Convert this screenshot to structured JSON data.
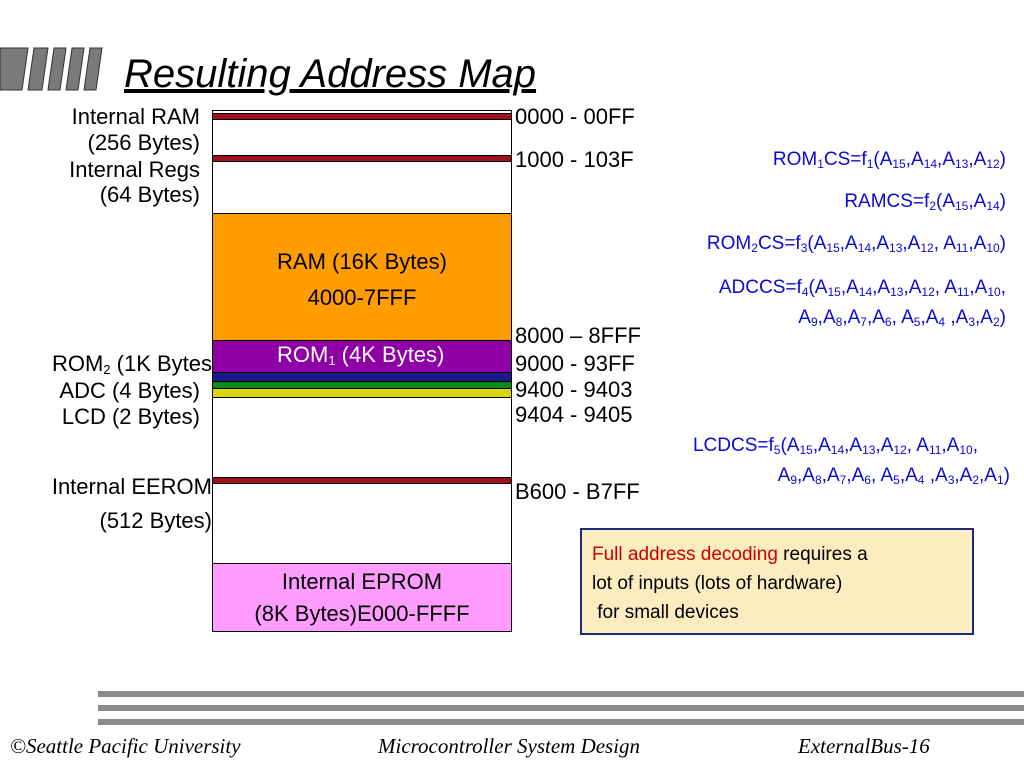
{
  "title": "Resulting Address Map",
  "map_segments": {
    "ram_label": "RAM (16K Bytes)",
    "ram_range": "4000-7FFF",
    "rom1_label_pre": "ROM",
    "rom1_sub": "1",
    "rom1_label_post": " (4K Bytes)",
    "eprom_line1": "Internal EPROM",
    "eprom_line2": "(8K Bytes)E000-FFFF"
  },
  "left_labels": {
    "internal_ram": "Internal RAM",
    "internal_ram_size": "(256 Bytes)",
    "internal_regs": "Internal Regs",
    "internal_regs_size": "(64 Bytes)",
    "rom2_pre": "ROM",
    "rom2_sub": "2",
    "rom2_post": " (1K Bytes",
    "adc": "ADC (4 Bytes)",
    "lcd": "LCD (2 Bytes)",
    "eerom": "Internal EEROM",
    "eerom_size": "(512 Bytes)"
  },
  "addresses": {
    "a0000": "0000 - 00FF",
    "a1000": "1000 - 103F",
    "a8000": "8000 – 8FFF",
    "a9000": "9000 - 93FF",
    "a9400": "9400 - 9403",
    "a9404": "9404 - 9405",
    "ab600": "B600 - B7FF"
  },
  "equations": {
    "rom1cs": [
      {
        "t": "ROM"
      },
      {
        "s": "1"
      },
      {
        "t": "CS=f"
      },
      {
        "s": "1"
      },
      {
        "t": "(A"
      },
      {
        "s": "15"
      },
      {
        "t": ",A"
      },
      {
        "s": "14"
      },
      {
        "t": ",A"
      },
      {
        "s": "13"
      },
      {
        "t": ",A"
      },
      {
        "s": "12"
      },
      {
        "t": ")"
      }
    ],
    "ramcs": [
      {
        "t": "RAMCS=f"
      },
      {
        "s": "2"
      },
      {
        "t": "(A"
      },
      {
        "s": "15"
      },
      {
        "t": ",A"
      },
      {
        "s": "14"
      },
      {
        "t": ")"
      }
    ],
    "rom2cs": [
      {
        "t": "ROM"
      },
      {
        "s": "2"
      },
      {
        "t": "CS=f"
      },
      {
        "s": "3"
      },
      {
        "t": "(A"
      },
      {
        "s": "15"
      },
      {
        "t": ",A"
      },
      {
        "s": "14"
      },
      {
        "t": ",A"
      },
      {
        "s": "13"
      },
      {
        "t": ",A"
      },
      {
        "s": "12"
      },
      {
        "t": ", A"
      },
      {
        "s": "11"
      },
      {
        "t": ",A"
      },
      {
        "s": "10"
      },
      {
        "t": ")"
      }
    ],
    "adccs_1": [
      {
        "t": "ADCCS=f"
      },
      {
        "s": "4"
      },
      {
        "t": "(A"
      },
      {
        "s": "15"
      },
      {
        "t": ",A"
      },
      {
        "s": "14"
      },
      {
        "t": ",A"
      },
      {
        "s": "13"
      },
      {
        "t": ",A"
      },
      {
        "s": "12"
      },
      {
        "t": ", A"
      },
      {
        "s": "11"
      },
      {
        "t": ",A"
      },
      {
        "s": "10"
      },
      {
        "t": ","
      }
    ],
    "adccs_2": [
      {
        "t": "A"
      },
      {
        "s": "9"
      },
      {
        "t": ",A"
      },
      {
        "s": "8"
      },
      {
        "t": ",A"
      },
      {
        "s": "7"
      },
      {
        "t": ",A"
      },
      {
        "s": "6"
      },
      {
        "t": ", A"
      },
      {
        "s": "5"
      },
      {
        "t": ",A"
      },
      {
        "s": "4"
      },
      {
        "t": " ,A"
      },
      {
        "s": "3"
      },
      {
        "t": ",A"
      },
      {
        "s": "2"
      },
      {
        "t": ")"
      }
    ],
    "lcdcs_1": [
      {
        "t": "LCDCS=f"
      },
      {
        "s": "5"
      },
      {
        "t": "(A"
      },
      {
        "s": "15"
      },
      {
        "t": ",A"
      },
      {
        "s": "14"
      },
      {
        "t": ",A"
      },
      {
        "s": "13"
      },
      {
        "t": ",A"
      },
      {
        "s": "12"
      },
      {
        "t": ", A"
      },
      {
        "s": "11"
      },
      {
        "t": ",A"
      },
      {
        "s": "10"
      },
      {
        "t": ","
      }
    ],
    "lcdcs_2": [
      {
        "t": "A"
      },
      {
        "s": "9"
      },
      {
        "t": ",A"
      },
      {
        "s": "8"
      },
      {
        "t": ",A"
      },
      {
        "s": "7"
      },
      {
        "t": ",A"
      },
      {
        "s": "6"
      },
      {
        "t": ", A"
      },
      {
        "s": "5"
      },
      {
        "t": ",A"
      },
      {
        "s": "4"
      },
      {
        "t": " ,A"
      },
      {
        "s": "3"
      },
      {
        "t": ",A"
      },
      {
        "s": "2"
      },
      {
        "t": ",A"
      },
      {
        "s": "1"
      },
      {
        "t": ")"
      }
    ]
  },
  "note": {
    "highlight": "Full address decoding",
    "rest_line1": " requires a",
    "line2": "lot of inputs (lots of hardware)",
    "line3": " for small devices"
  },
  "footer": {
    "left": "©Seattle Pacific University",
    "center": "Microcontroller System Design",
    "right": "ExternalBus-16"
  },
  "colors": {
    "bar_red": "#a0101c",
    "ram_orange": "#ff9c00",
    "rom1_purple": "#8e00a6",
    "rom2_navy": "#1a1a8c",
    "adc_green": "#0a8a1a",
    "lcd_yellow": "#d6d60a",
    "eprom_pink": "#ff9cff",
    "equation_blue": "#0a0ad6",
    "note_bg": "#fbedc0"
  }
}
